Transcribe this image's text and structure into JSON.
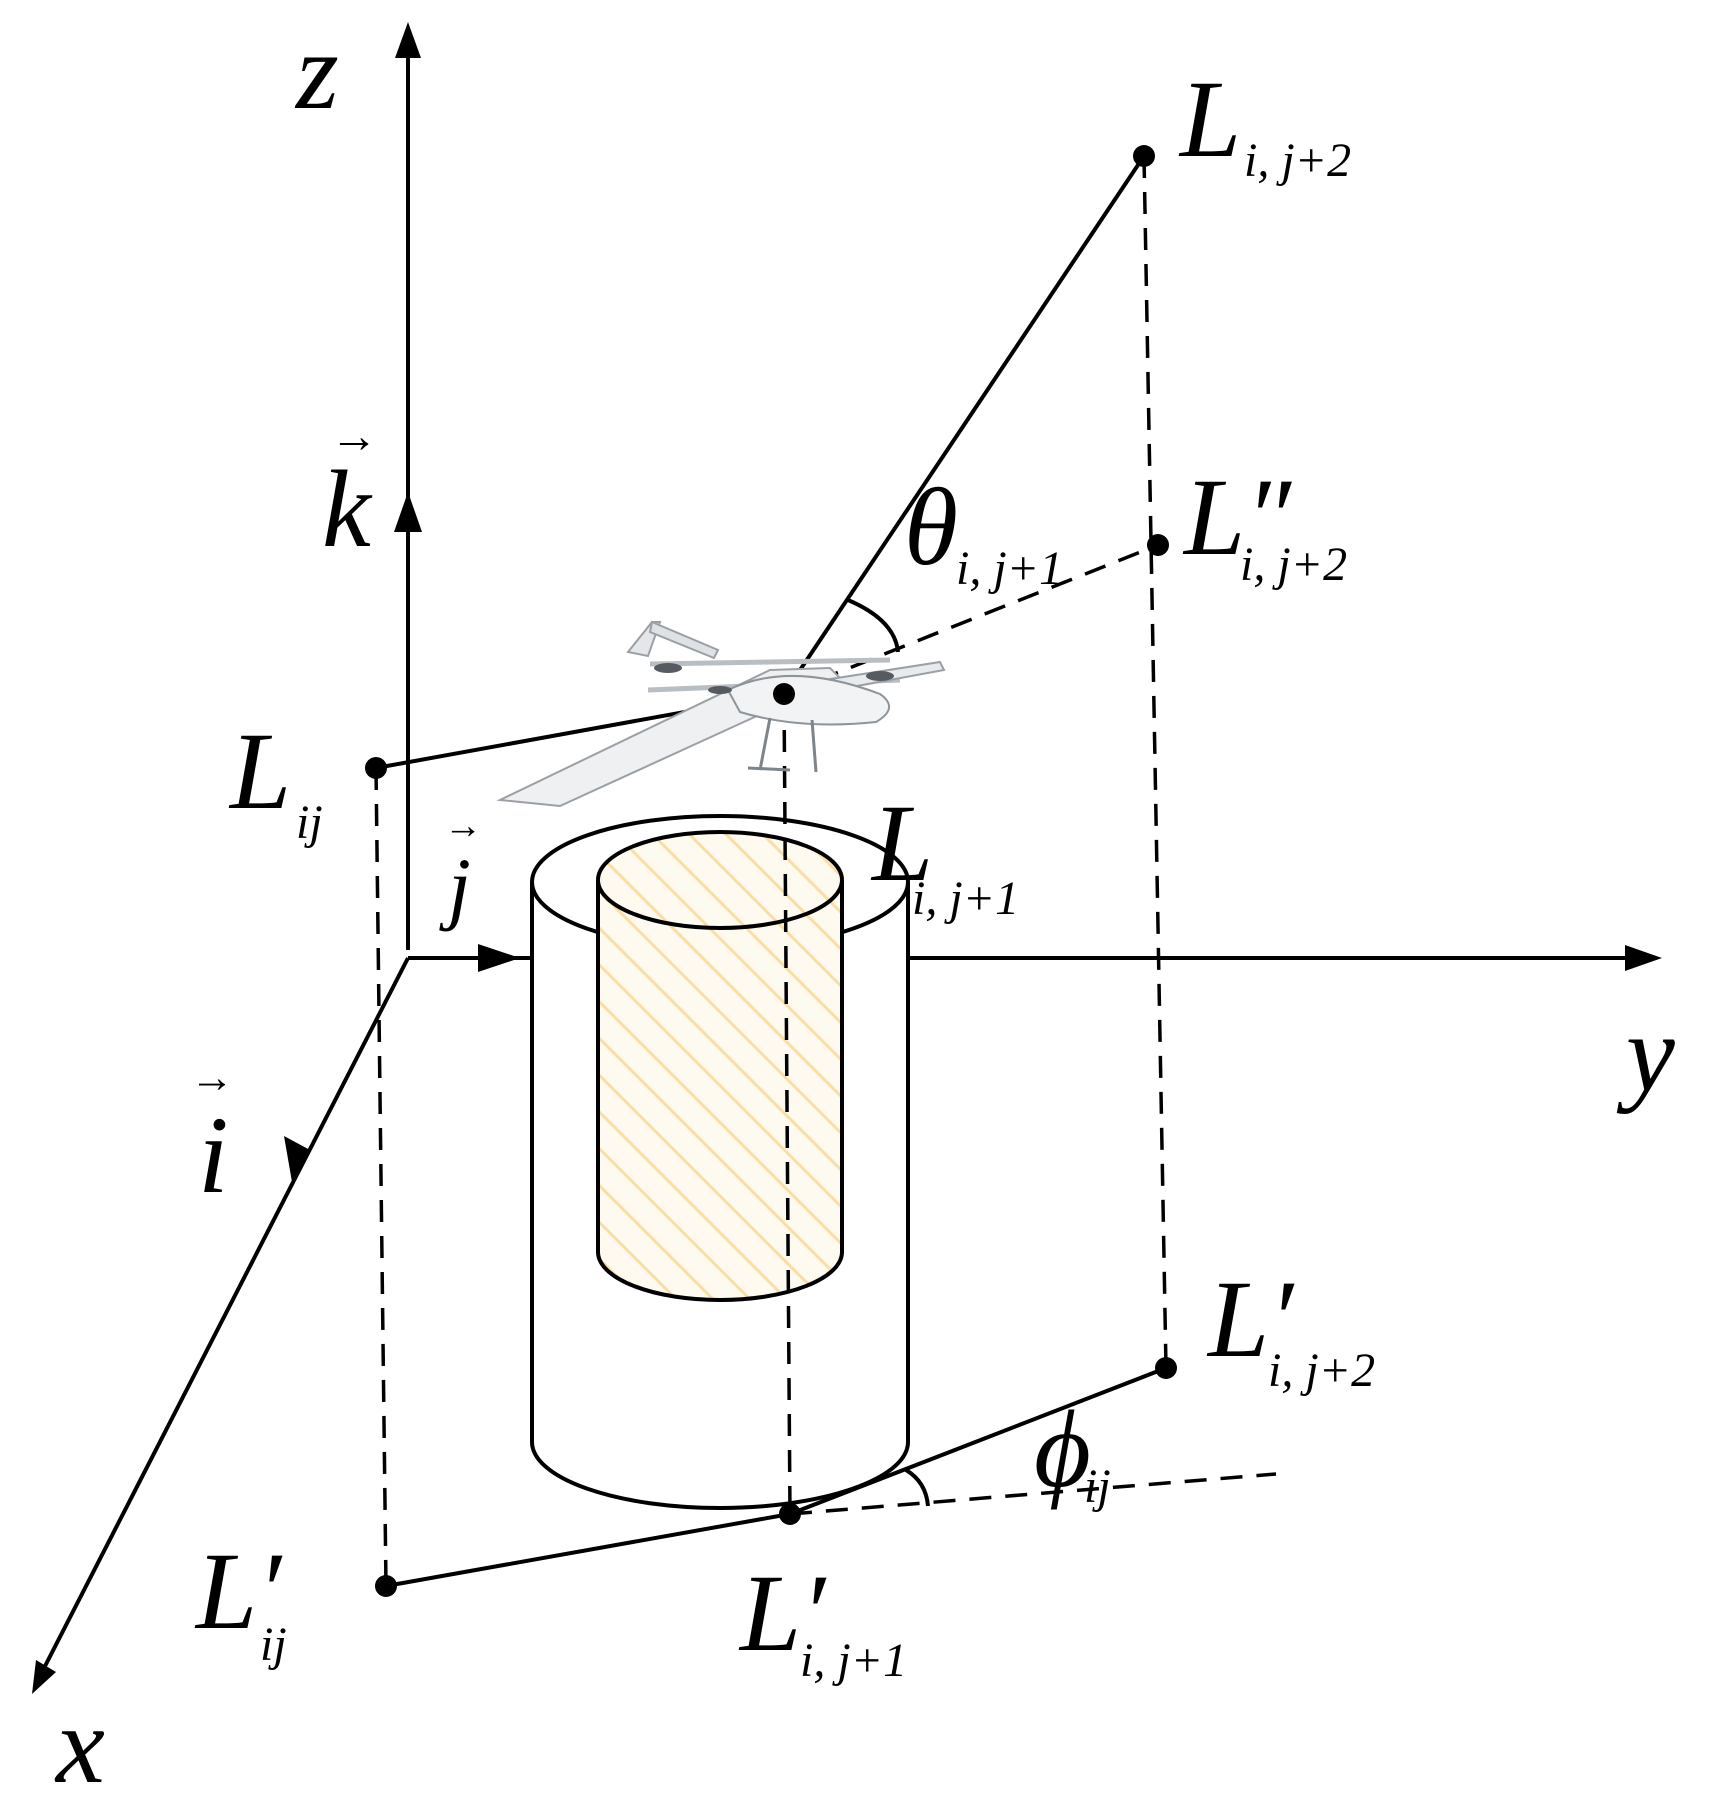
{
  "axes": {
    "z": "z",
    "y": "y",
    "x": "x"
  },
  "unit_vectors": {
    "k": "k",
    "j": "j",
    "i": "i"
  },
  "points": {
    "L_ij": {
      "base": "L",
      "sub": "ij"
    },
    "L_i_j2": {
      "base": "L",
      "sub": "i, j+2"
    },
    "L_dd_i_j2": {
      "base": "L″",
      "sub": "i, j+2"
    },
    "L_i_j1": {
      "base": "L",
      "sub": "i, j+1"
    },
    "Lp_ij": {
      "base": "L′",
      "sub": "ij"
    },
    "Lp_i_j1": {
      "base": "L′",
      "sub": "i, j+1"
    },
    "Lp_i_j2": {
      "base": "L′",
      "sub": "i, j+2"
    }
  },
  "angles": {
    "theta": {
      "base": "θ",
      "sub": "i, j+1"
    },
    "phi": {
      "base": "ϕ",
      "sub": "ij"
    }
  },
  "colors": {
    "line": "#000000",
    "hatch": "#f3c66a",
    "drone_body": "#e9eaec",
    "drone_shadow": "#9aa0a6"
  },
  "icons": {
    "drone": "vtol-fixed-wing-drone-icon",
    "obstacle": "cylinder-obstacle-icon"
  }
}
